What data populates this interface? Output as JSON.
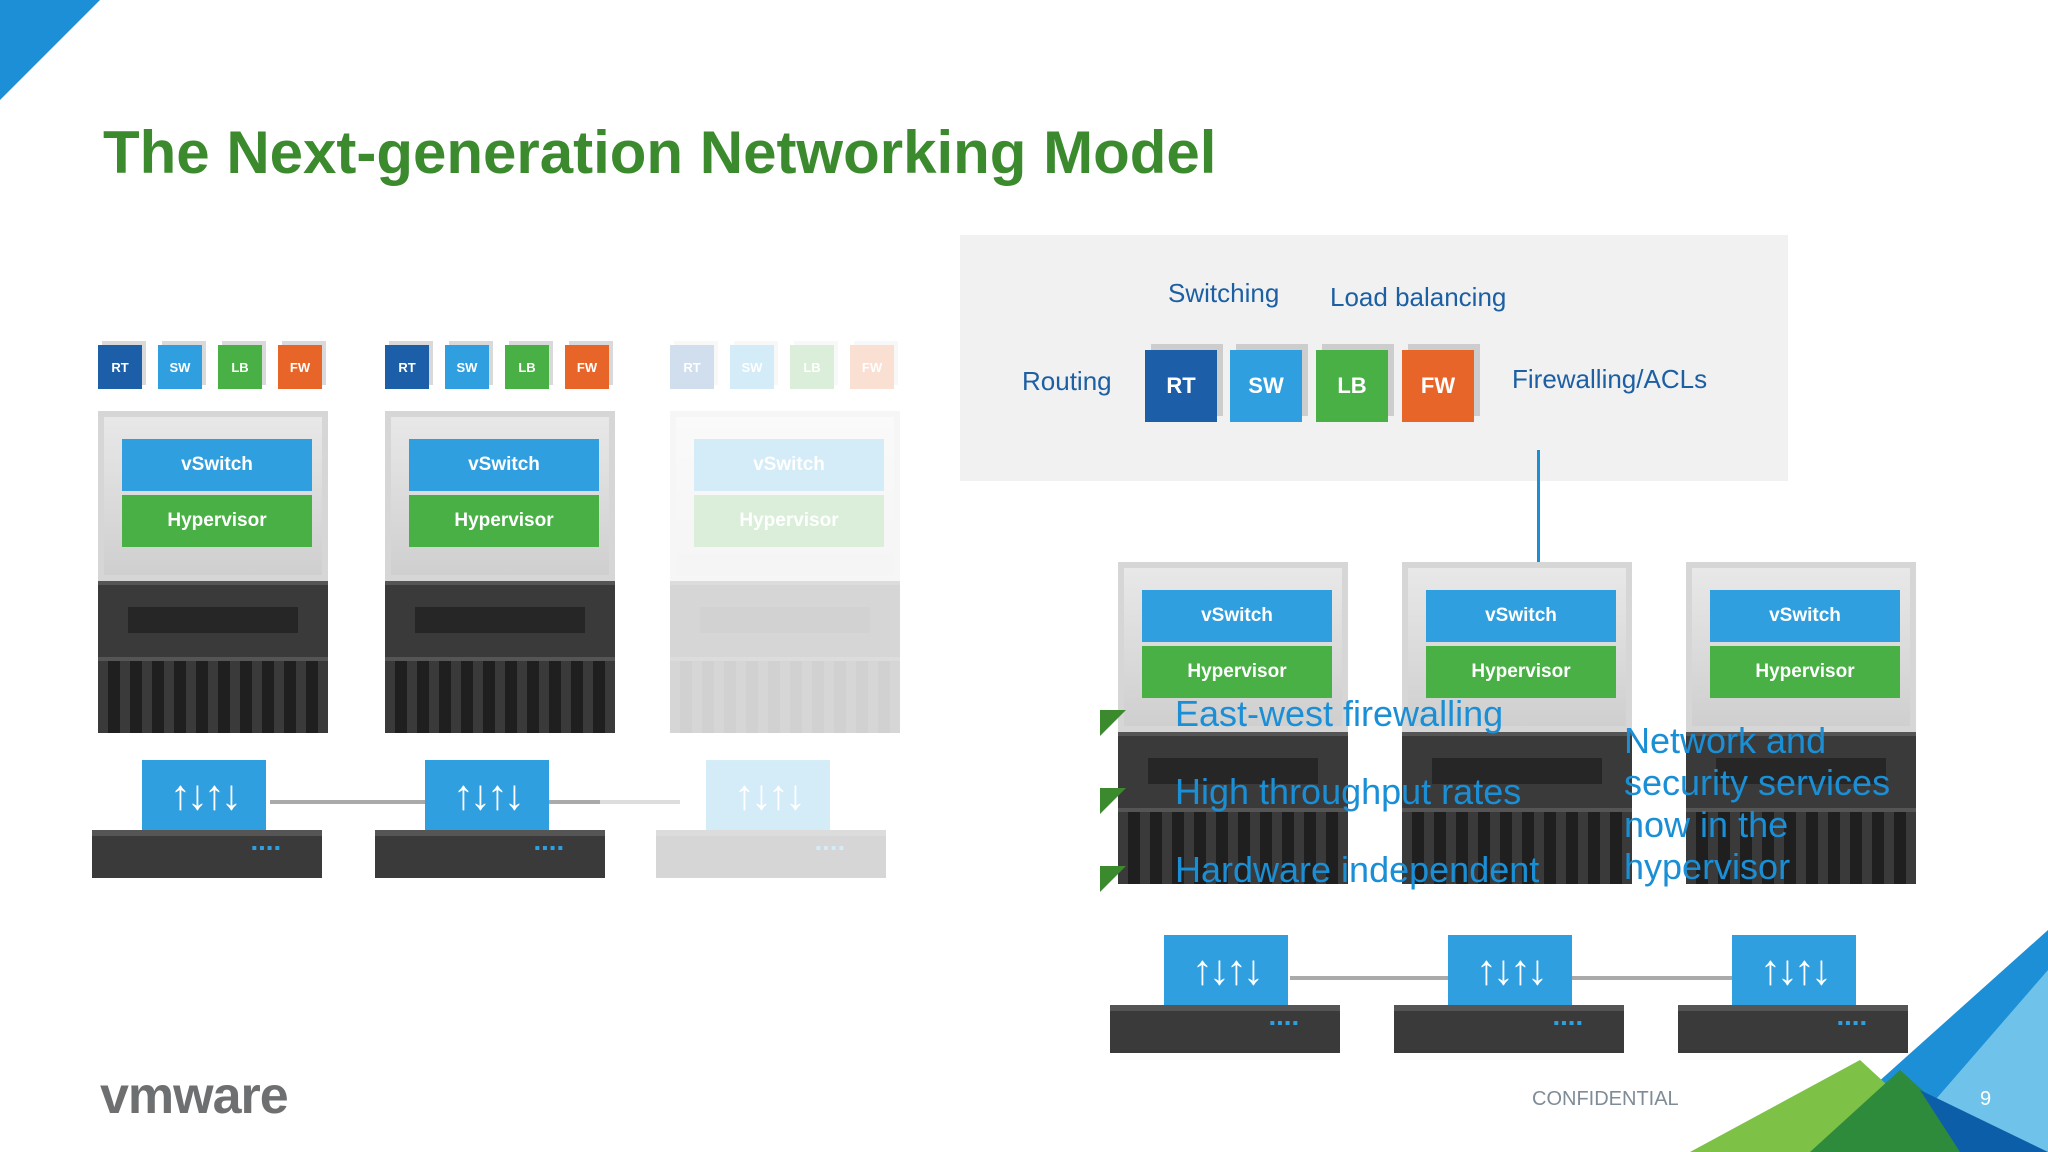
{
  "slide": {
    "title": "The Next-generation Networking Model",
    "page_number": "9",
    "confidential": "CONFIDENTIAL",
    "logo": "vmware"
  },
  "panel": {
    "routing": "Routing",
    "switching": "Switching",
    "load_balancing": "Load balancing",
    "firewalling": "Firewalling/ACLs",
    "services": [
      "RT",
      "SW",
      "LB",
      "FW"
    ]
  },
  "server": {
    "vswitch": "vSwitch",
    "hypervisor": "Hypervisor",
    "switch_glyph": "↑↓↑↓"
  },
  "bullets": [
    "East-west firewalling",
    "High throughput rates",
    "Hardware independent"
  ],
  "callout": "Network and security services now in the hypervisor",
  "colors": {
    "title": "#3c8a2e",
    "rt": "#1c5ea8",
    "sw": "#2f9fdf",
    "lb": "#49b045",
    "fw": "#e8652a",
    "accent_text": "#1a8fd6"
  }
}
